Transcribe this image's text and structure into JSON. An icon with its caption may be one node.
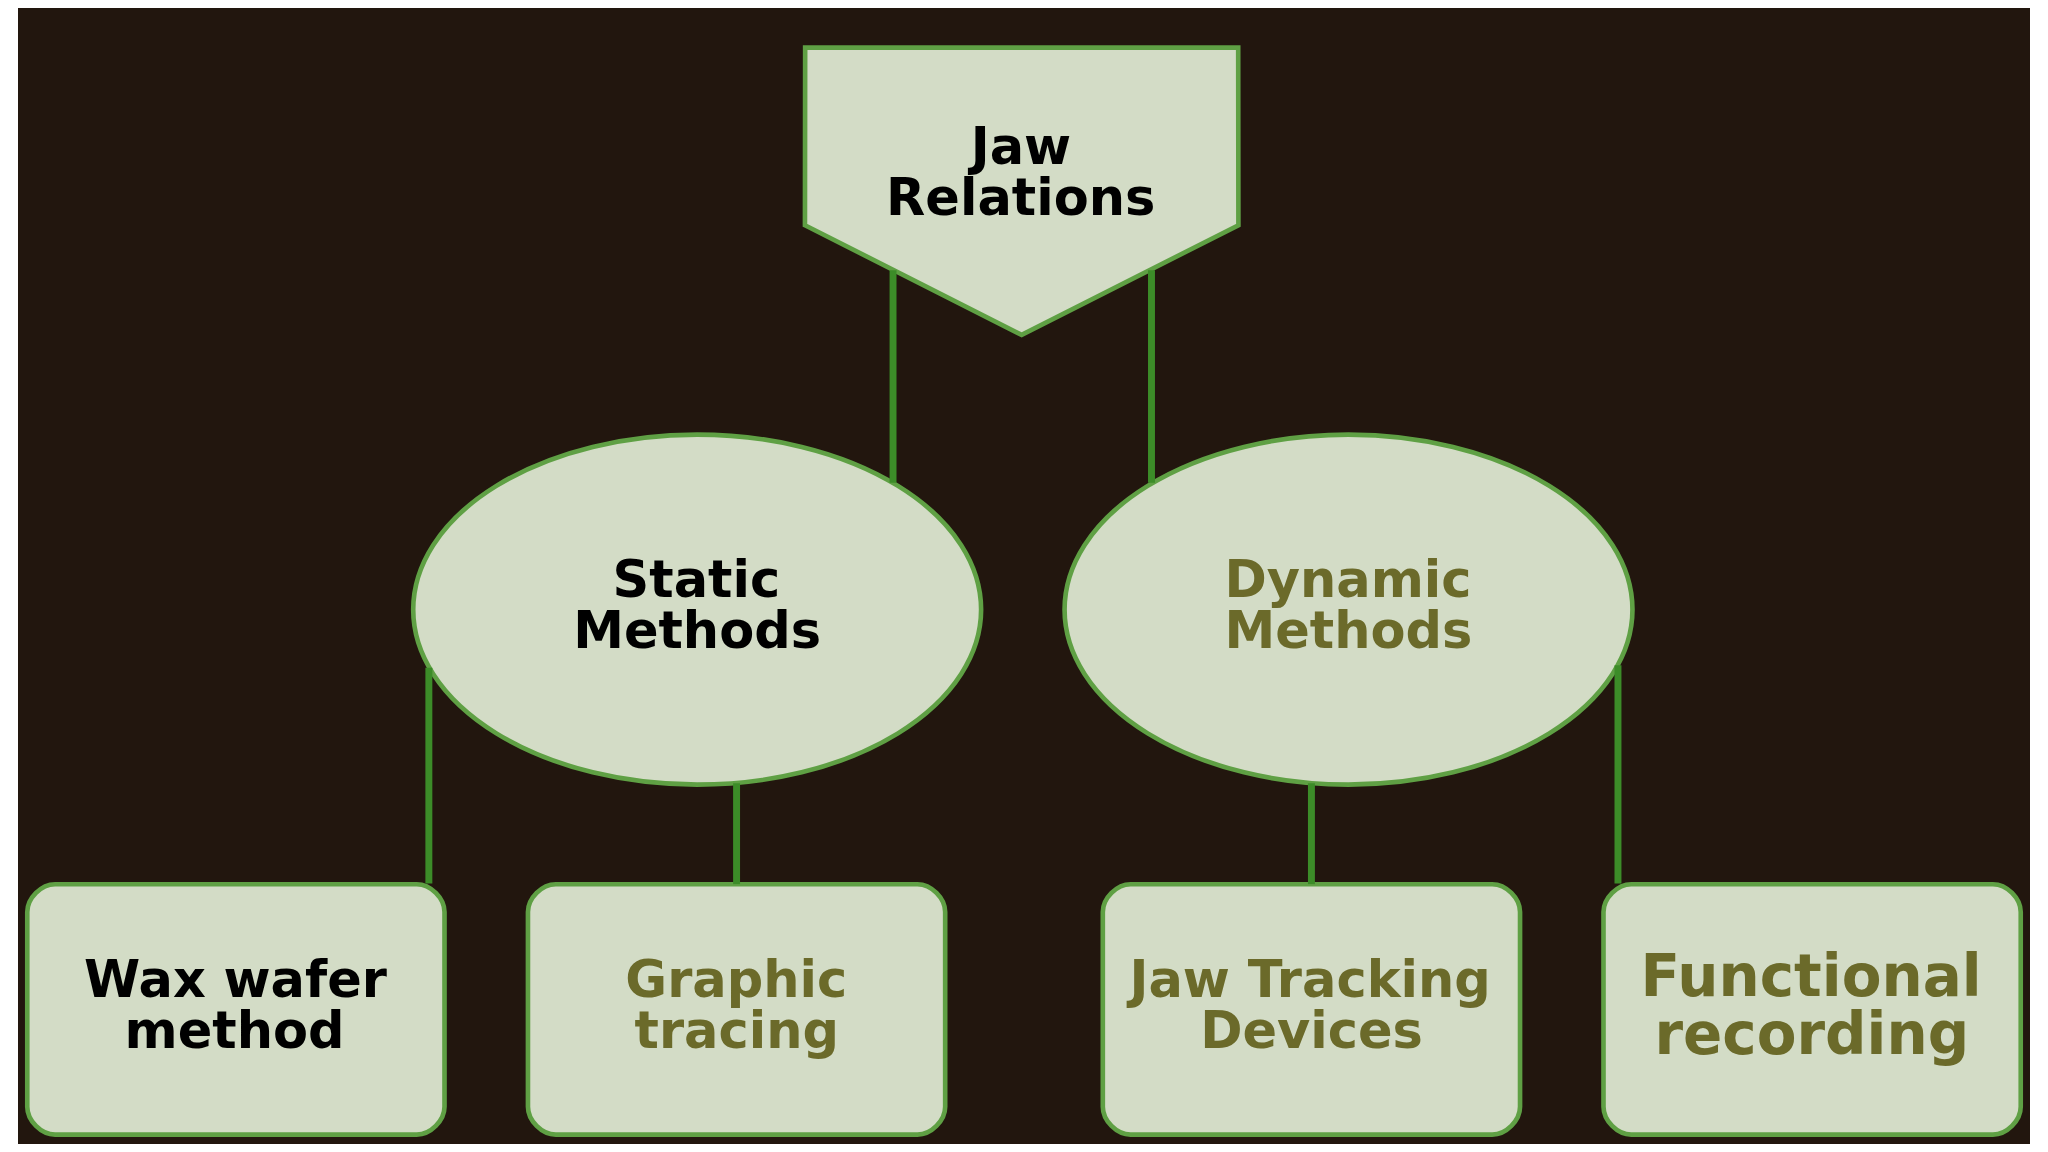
{
  "diagram": {
    "nodes": [
      {
        "text": [
          "Jaw Relations"
        ]
      },
      {
        "text": [
          "Static Methods"
        ]
      },
      {
        "text": [
          "Dynamic Methods"
        ]
      },
      {
        "text": [
          "Wax wafer method"
        ]
      },
      {
        "text": [
          "Graphic tracing"
        ]
      },
      {
        "text": [
          "Jaw Tracking Devices"
        ]
      },
      {
        "text": [
          "Functional recording"
        ]
      }
    ],
    "edges": [
      {
        "from": 0,
        "to": 1,
        "arrow": "none"
      },
      {
        "from": 0,
        "to": 2,
        "arrow": "none"
      },
      {
        "from": 1,
        "to": 3,
        "arrow": "none"
      },
      {
        "from": 1,
        "to": 4,
        "arrow": "none"
      },
      {
        "from": 2,
        "to": 5,
        "arrow": "none"
      },
      {
        "from": 2,
        "to": 6,
        "arrow": "none"
      }
    ]
  }
}
